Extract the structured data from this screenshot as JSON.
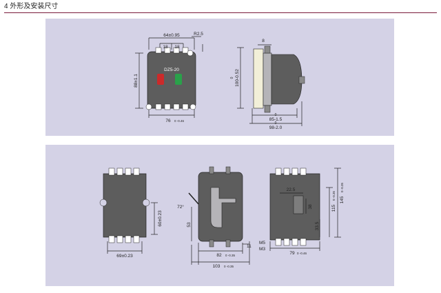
{
  "header": {
    "title": "4 外形及安装尺寸"
  },
  "colors": {
    "panel_bg": "#d4d2e6",
    "body_fill": "#5d5d5d",
    "lever_red": "#cc2a2a",
    "lever_green": "#2aa14a"
  },
  "panel1": {
    "front": {
      "model": "DZ5-20",
      "dim_width_top": "64±0.95",
      "dim_18a": "18",
      "dim_18b": "18",
      "dim_r": "R2.5",
      "dim_height": "88±1.1",
      "dim_bottom": "76",
      "dim_bottom_tol": "0 -0.46"
    },
    "side": {
      "dim_top": "8",
      "dim_height": "100-0.52",
      "dim_height_zero": "0",
      "dim_b1": "85-1.5",
      "dim_b1_zero": "0",
      "dim_b2": "98-2.0",
      "dim_b2_zero": "0"
    }
  },
  "panel2": {
    "front": {
      "dim_height": "60±0.23",
      "dim_width": "69±0.23"
    },
    "side": {
      "dim_angle": "72°",
      "dim_53": "53",
      "dim_82": "82",
      "dim_82_tol": "0 -0.35",
      "dim_103": "103",
      "dim_103_tol": "0 -0.35",
      "dim_11": "11"
    },
    "rear": {
      "dim_225": "22.5",
      "dim_38": "38",
      "dim_335": "33.5",
      "dim_115": "115",
      "dim_115_tol": "0 -0.35",
      "dim_145": "145",
      "dim_145_tol": "0 -0.35",
      "dim_79": "79",
      "dim_79_tol": "0 -0.46",
      "label_m5": "M5",
      "label_m3": "M3"
    }
  }
}
